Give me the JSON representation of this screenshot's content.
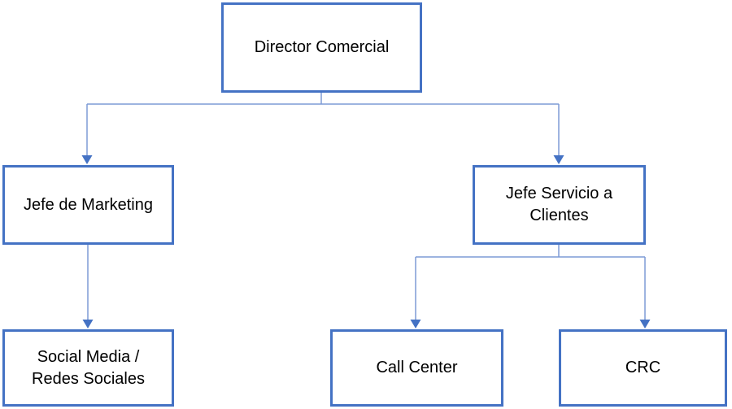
{
  "diagram": {
    "type": "org-chart",
    "nodes": {
      "director": {
        "label": "Director Comercial"
      },
      "marketing": {
        "label": "Jefe de Marketing"
      },
      "servicio": {
        "label": "Jefe Servicio a\nClientes"
      },
      "social": {
        "label": "Social Media /\nRedes Sociales"
      },
      "callcenter": {
        "label": "Call Center"
      },
      "crc": {
        "label": "CRC"
      }
    },
    "edges": [
      {
        "from": "director",
        "to": "marketing"
      },
      {
        "from": "director",
        "to": "servicio"
      },
      {
        "from": "marketing",
        "to": "social"
      },
      {
        "from": "servicio",
        "to": "callcenter"
      },
      {
        "from": "servicio",
        "to": "crc"
      }
    ],
    "colors": {
      "box_border": "#4472C4",
      "box_fill": "#FFFFFF",
      "text": "#000000",
      "connector_line": "#7D9BD6",
      "arrowhead": "#4472C4"
    }
  }
}
